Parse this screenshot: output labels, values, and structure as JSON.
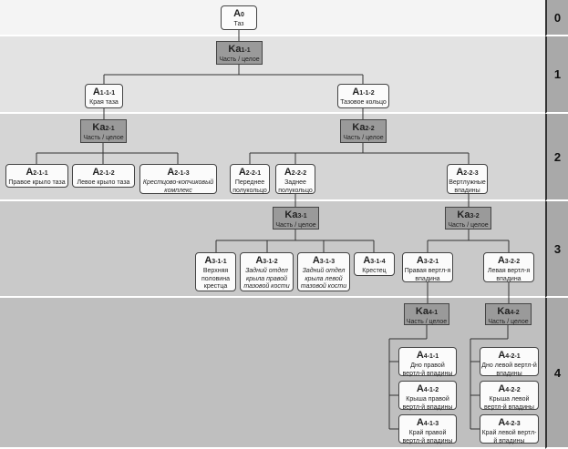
{
  "levels": [
    "0",
    "1",
    "2",
    "3",
    "4"
  ],
  "colors": {
    "band0": "#f4f4f4",
    "band1": "#e3e3e3",
    "band2": "#d5d5d5",
    "band3": "#c9c9c9",
    "band4": "#bfbfbf",
    "ka_fill": "#9a9a9a",
    "node_fill": "#fbfbfb"
  },
  "nodes": [
    {
      "id": "a0",
      "kind": "node",
      "main": "A",
      "sub": "0",
      "desc": "Таз"
    },
    {
      "id": "ka11",
      "kind": "ka",
      "main": "Ka",
      "sub": "1-1",
      "desc": "Часть / целое"
    },
    {
      "id": "a111",
      "kind": "node",
      "main": "A",
      "sub": "1-1-1",
      "desc": "Края таза"
    },
    {
      "id": "a112",
      "kind": "node",
      "main": "A",
      "sub": "1-1-2",
      "desc": "Тазовое кольцо"
    },
    {
      "id": "ka21",
      "kind": "ka",
      "main": "Ka",
      "sub": "2-1",
      "desc": "Часть / целое"
    },
    {
      "id": "ka22",
      "kind": "ka",
      "main": "Ka",
      "sub": "2-2",
      "desc": "Часть / целое"
    },
    {
      "id": "a211",
      "kind": "node",
      "main": "A",
      "sub": "2-1-1",
      "desc": "Правое крыло таза"
    },
    {
      "id": "a212",
      "kind": "node",
      "main": "A",
      "sub": "2-1-2",
      "desc": "Левое крыло таза"
    },
    {
      "id": "a213",
      "kind": "node",
      "main": "A",
      "sub": "2-1-3",
      "desc": "Крестцово-копчиковый комплекс",
      "italic": true
    },
    {
      "id": "a221",
      "kind": "node",
      "main": "A",
      "sub": "2-2-1",
      "desc": "Переднее полукольцо"
    },
    {
      "id": "a222",
      "kind": "node",
      "main": "A",
      "sub": "2-2-2",
      "desc": "Заднее полукольцо"
    },
    {
      "id": "a223",
      "kind": "node",
      "main": "A",
      "sub": "2-2-3",
      "desc": "Вертлужные впадины"
    },
    {
      "id": "ka31",
      "kind": "ka",
      "main": "Ka",
      "sub": "3-1",
      "desc": "Часть / целое"
    },
    {
      "id": "ka32",
      "kind": "ka",
      "main": "Ka",
      "sub": "3-2",
      "desc": "Часть / целое"
    },
    {
      "id": "a311",
      "kind": "node",
      "main": "A",
      "sub": "3-1-1",
      "desc": "Верхняя половина крестца"
    },
    {
      "id": "a312",
      "kind": "node",
      "main": "A",
      "sub": "3-1-2",
      "desc": "Задний отдел крыла правой тазовой кости",
      "italic": true
    },
    {
      "id": "a313",
      "kind": "node",
      "main": "A",
      "sub": "3-1-3",
      "desc": "Задний отдел крыла левой тазовой кости",
      "italic": true
    },
    {
      "id": "a314",
      "kind": "node",
      "main": "A",
      "sub": "3-1-4",
      "desc": "Крестец"
    },
    {
      "id": "a321",
      "kind": "node",
      "main": "A",
      "sub": "3-2-1",
      "desc": "Правая вертл-я впадина"
    },
    {
      "id": "a322",
      "kind": "node",
      "main": "A",
      "sub": "3-2-2",
      "desc": "Левая вертл-я впадина"
    },
    {
      "id": "ka41",
      "kind": "ka",
      "main": "Ka",
      "sub": "4-1",
      "desc": "Часть / целое"
    },
    {
      "id": "ka42",
      "kind": "ka",
      "main": "Ka",
      "sub": "4-2",
      "desc": "Часть / целое"
    },
    {
      "id": "a411",
      "kind": "node",
      "main": "A",
      "sub": "4-1-1",
      "desc": "Дно правой вертл-й впадины"
    },
    {
      "id": "a412",
      "kind": "node",
      "main": "A",
      "sub": "4-1-2",
      "desc": "Крыша правой вертл-й впадины"
    },
    {
      "id": "a413",
      "kind": "node",
      "main": "A",
      "sub": "4-1-3",
      "desc": "Край правой вертл-й впадины"
    },
    {
      "id": "a421",
      "kind": "node",
      "main": "A",
      "sub": "4-2-1",
      "desc": "Дно левой вертл-й впадины"
    },
    {
      "id": "a422",
      "kind": "node",
      "main": "A",
      "sub": "4-2-2",
      "desc": "Крыша левой вертл-й впадины"
    },
    {
      "id": "a423",
      "kind": "node",
      "main": "A",
      "sub": "4-2-3",
      "desc": "Край левой вертл-й впадины"
    }
  ]
}
